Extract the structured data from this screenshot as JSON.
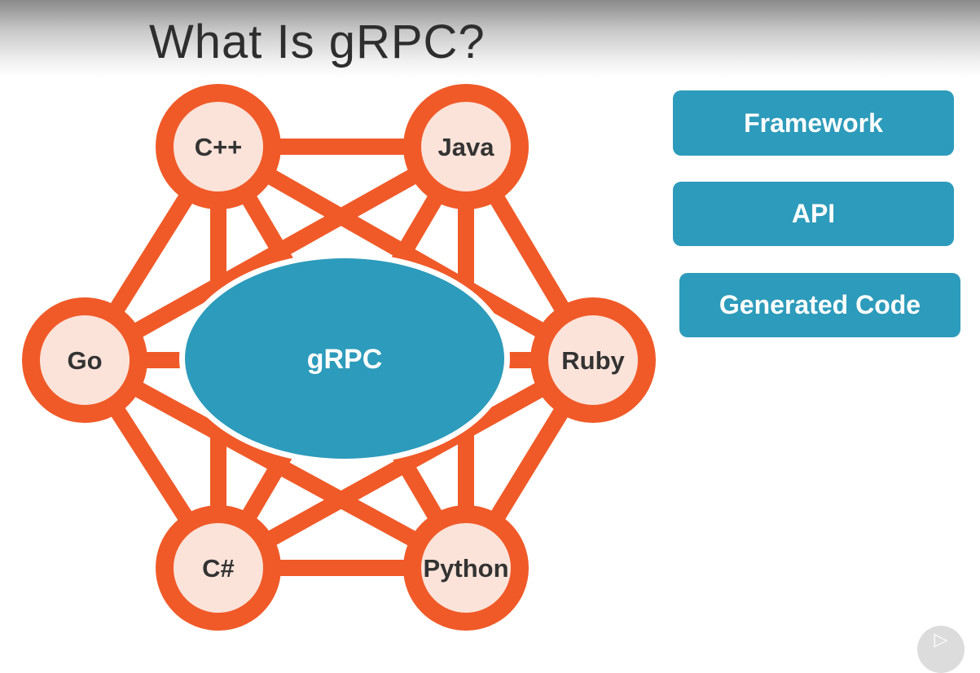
{
  "title": "What Is gRPC?",
  "hub": {
    "label": "gRPC"
  },
  "languages": [
    {
      "id": "cpp",
      "label": "C++"
    },
    {
      "id": "java",
      "label": "Java"
    },
    {
      "id": "go",
      "label": "Go"
    },
    {
      "id": "ruby",
      "label": "Ruby"
    },
    {
      "id": "csharp",
      "label": "C#"
    },
    {
      "id": "python",
      "label": "Python"
    }
  ],
  "tags": [
    {
      "label": "Framework"
    },
    {
      "label": "API"
    },
    {
      "label": "Generated Code"
    }
  ],
  "colors": {
    "orange": "#f05a28",
    "node_fill": "#fce3d9",
    "hub_fill": "#2d9bbb",
    "tag_fill": "#2d9bbb",
    "title_text": "#2e2e2e",
    "node_text": "#333333"
  },
  "icons": {
    "badge": "play-logo-icon"
  }
}
